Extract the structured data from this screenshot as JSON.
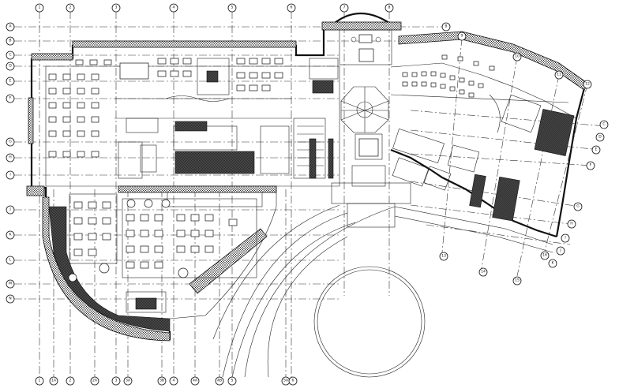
{
  "drawing": {
    "type": "architectural floor plan",
    "grid_top_labels": [
      "1",
      "2",
      "3",
      "4",
      "5",
      "6",
      "7",
      "8"
    ],
    "grid_bottom_labels": [
      "1",
      "1A",
      "2",
      "2A",
      "3",
      "3A",
      "3B",
      "4",
      "4A",
      "4B",
      "5",
      "5A",
      "6"
    ],
    "grid_left_labels": [
      "A",
      "B",
      "C",
      "D",
      "E",
      "F",
      "G",
      "H",
      "I",
      "J",
      "K",
      "L",
      "M",
      "N"
    ],
    "grid_right_labels": [
      "B",
      "C",
      "D",
      "E",
      "F",
      "G",
      "H",
      "I",
      "J",
      "K"
    ],
    "grid_curve_labels": [
      "9",
      "10",
      "11",
      "12",
      "13",
      "14",
      "15",
      "16"
    ]
  }
}
